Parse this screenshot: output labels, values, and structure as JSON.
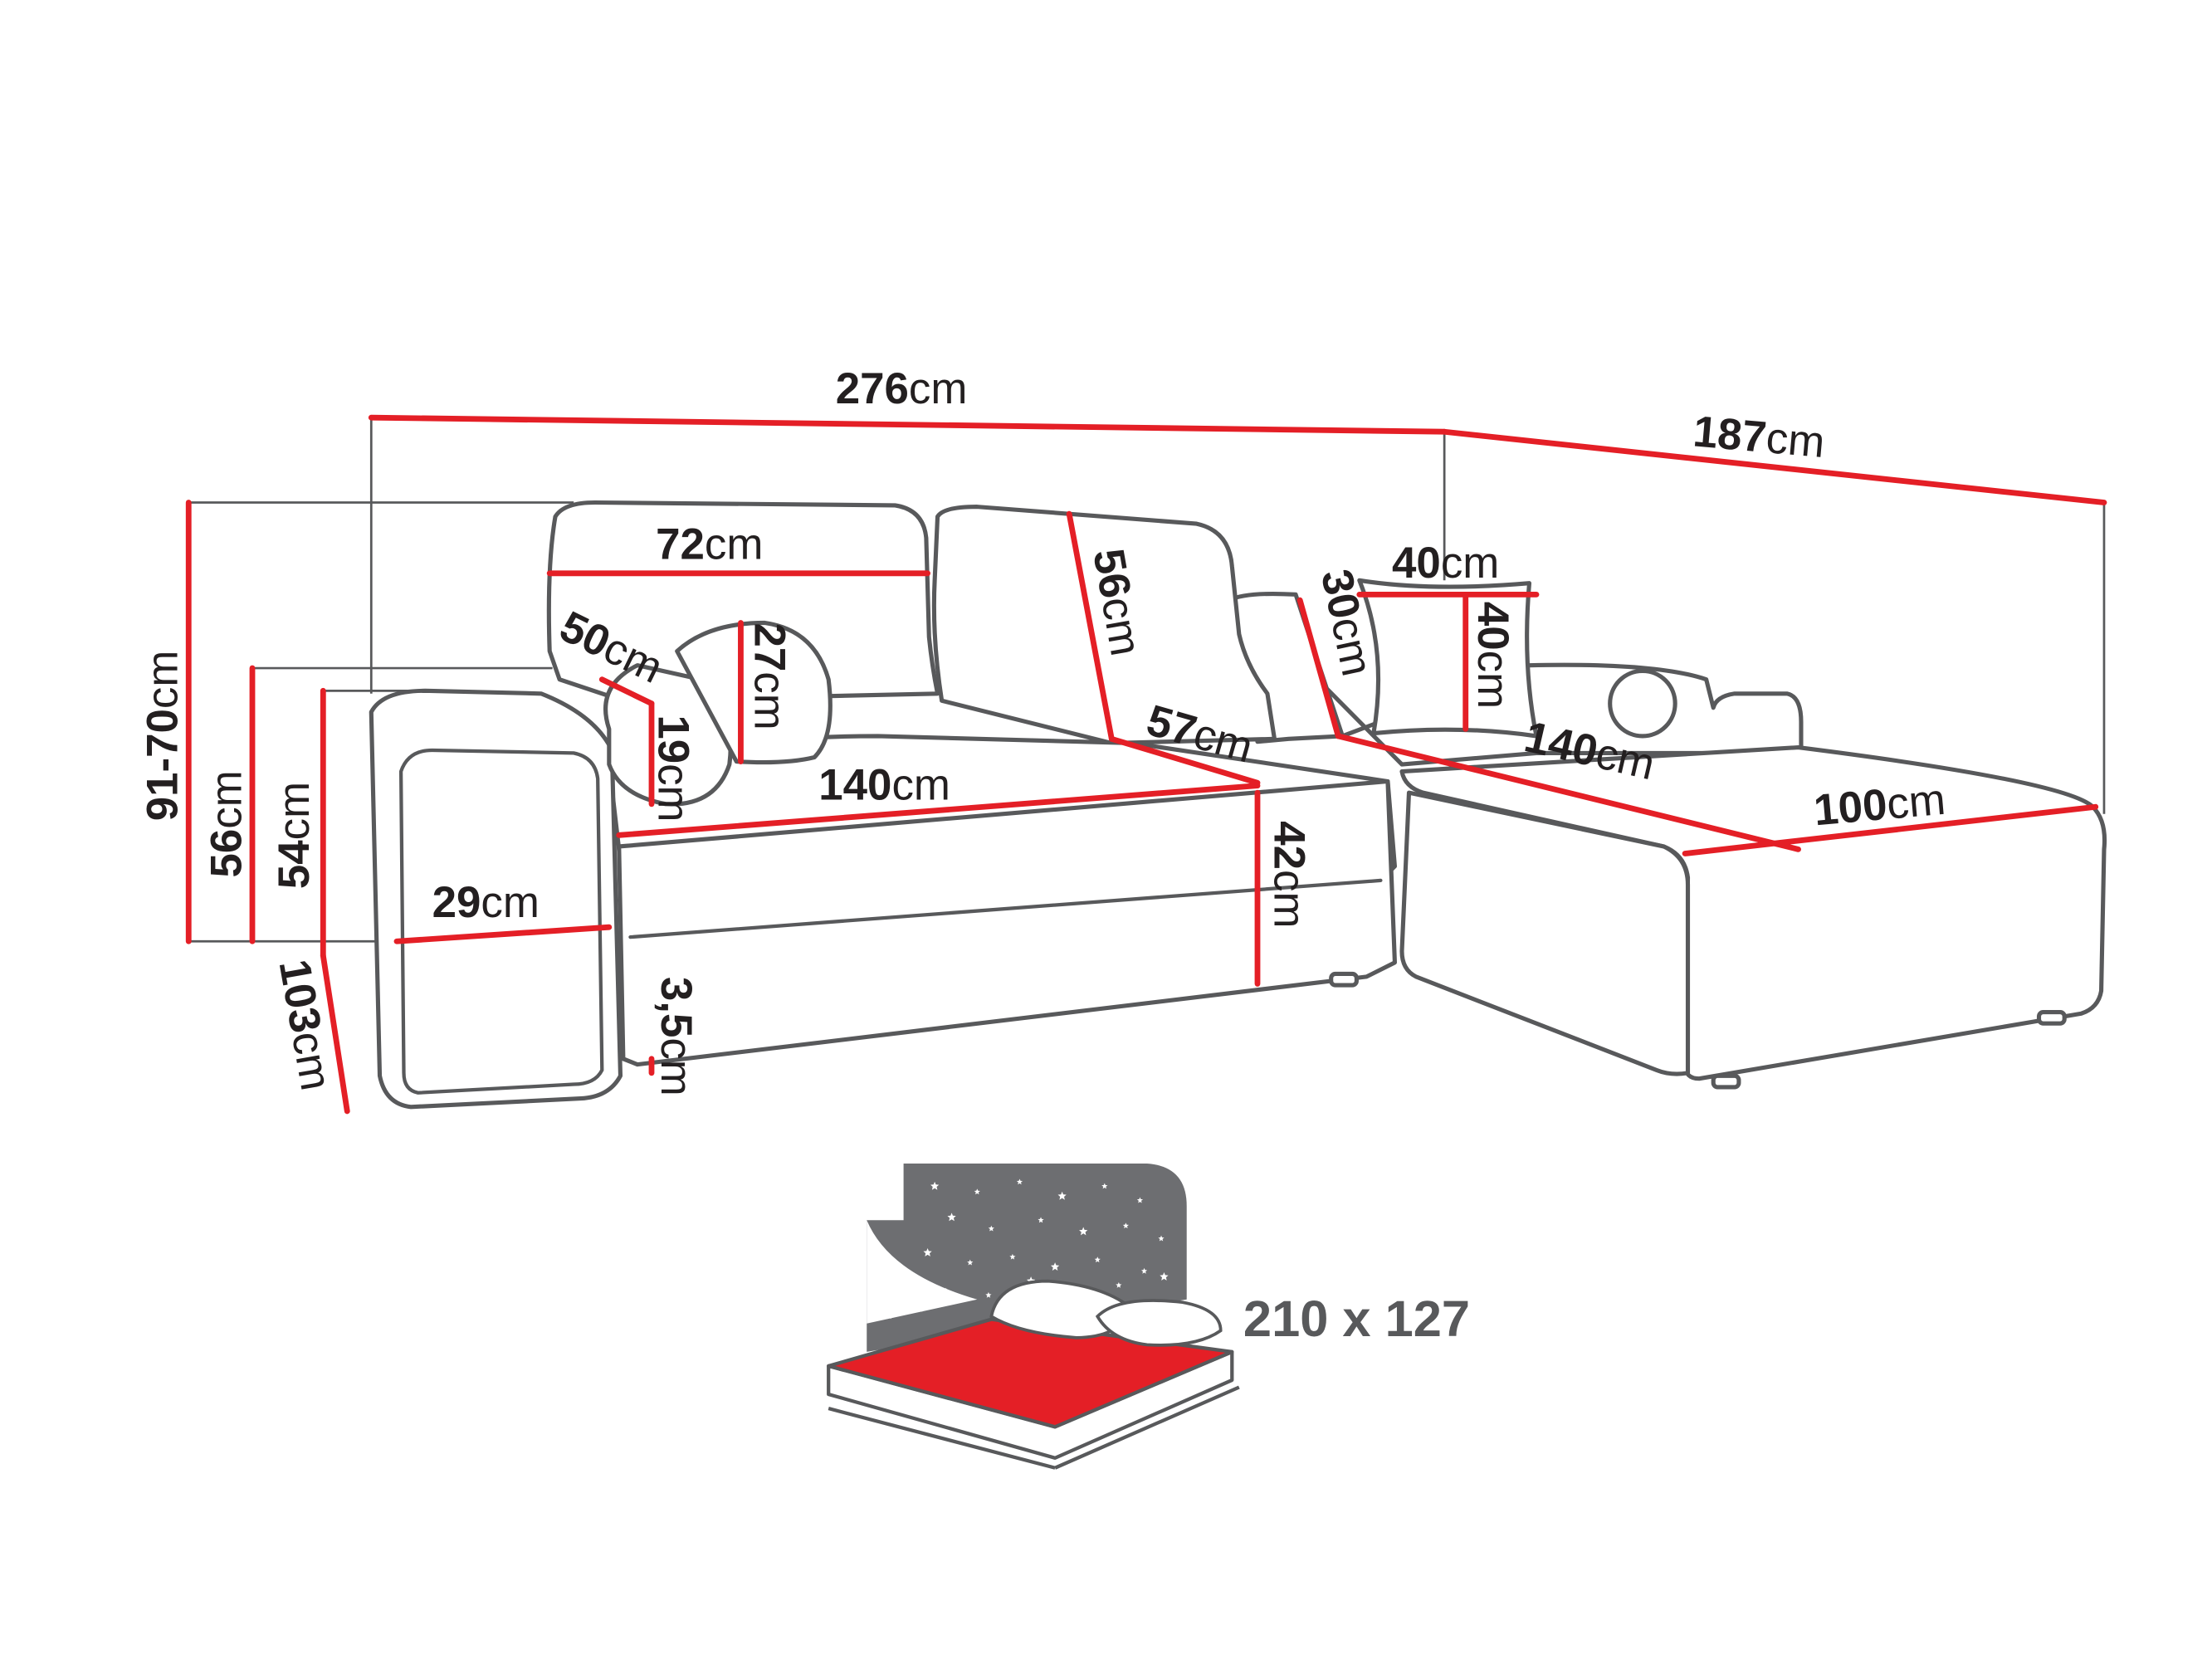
{
  "dimensions": {
    "total_width": {
      "value": "276",
      "unit": "cm"
    },
    "chaise_depth": {
      "value": "187",
      "unit": "cm"
    },
    "height": {
      "value": "91-70",
      "unit": "cm"
    },
    "back_height": {
      "value": "56",
      "unit": "cm"
    },
    "armrest_height": {
      "value": "54",
      "unit": "cm"
    },
    "depth": {
      "value": "103",
      "unit": "cm"
    },
    "headrest_width": {
      "value": "72",
      "unit": "cm"
    },
    "backrest_height": {
      "value": "56",
      "unit": "cm"
    },
    "seat_depth": {
      "value": "57",
      "unit": "cm"
    },
    "seat_height": {
      "value": "42",
      "unit": "cm"
    },
    "seat_width": {
      "value": "140",
      "unit": "cm"
    },
    "cushion_length": {
      "value": "50",
      "unit": "cm"
    },
    "cushion_height": {
      "value": "27",
      "unit": "cm"
    },
    "cushion_depth": {
      "value": "19",
      "unit": "cm"
    },
    "armrest_width": {
      "value": "29",
      "unit": "cm"
    },
    "leg_height": {
      "value": "3,5",
      "unit": "cm"
    },
    "pillow_width": {
      "value": "40",
      "unit": "cm"
    },
    "pillow_height": {
      "value": "40",
      "unit": "cm"
    },
    "chaise_back": {
      "value": "30",
      "unit": "cm"
    },
    "chaise_length": {
      "value": "140",
      "unit": "cm"
    },
    "chaise_width": {
      "value": "100",
      "unit": "cm"
    }
  },
  "bed": {
    "size_label": "210 x 127"
  },
  "colors": {
    "dimension_line": "#e41f26",
    "outline": "#58595b",
    "text": "#231f20",
    "sky": "#6d6e71"
  },
  "icons": [
    "bed-icon",
    "star-icon"
  ]
}
